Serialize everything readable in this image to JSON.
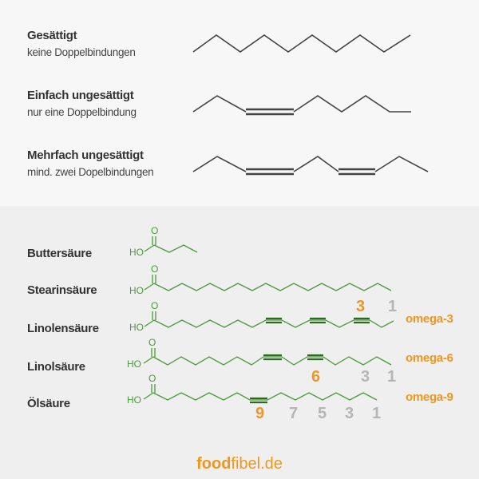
{
  "types": [
    {
      "title": "Gesättigt",
      "subtitle": "keine Doppelbindungen"
    },
    {
      "title": "Einfach ungesättigt",
      "subtitle": "nur eine Doppelbindung"
    },
    {
      "title": "Mehrfach ungesättigt",
      "subtitle": "mind. zwei Dopelbindungen"
    }
  ],
  "acids": [
    {
      "name": "Buttersäure"
    },
    {
      "name": "Stearinsäure"
    },
    {
      "name": "Linolensäure",
      "omega": "omega-3",
      "markers": [
        "3",
        "1"
      ]
    },
    {
      "name": "Linolsäure",
      "omega": "omega-6",
      "markers": [
        "6",
        "3",
        "1"
      ]
    },
    {
      "name": "Ölsäure",
      "omega": "omega-9",
      "markers": [
        "9",
        "7",
        "5",
        "3",
        "1"
      ]
    }
  ],
  "chem": {
    "ho": "HO",
    "o": "O"
  },
  "logo": {
    "bold": "food",
    "rest": "fibel.de"
  },
  "colors": {
    "green": "#4a9a3a",
    "dark_green": "#2d6a1f",
    "orange": "#f0961e",
    "gray": "#b5b5b5"
  }
}
